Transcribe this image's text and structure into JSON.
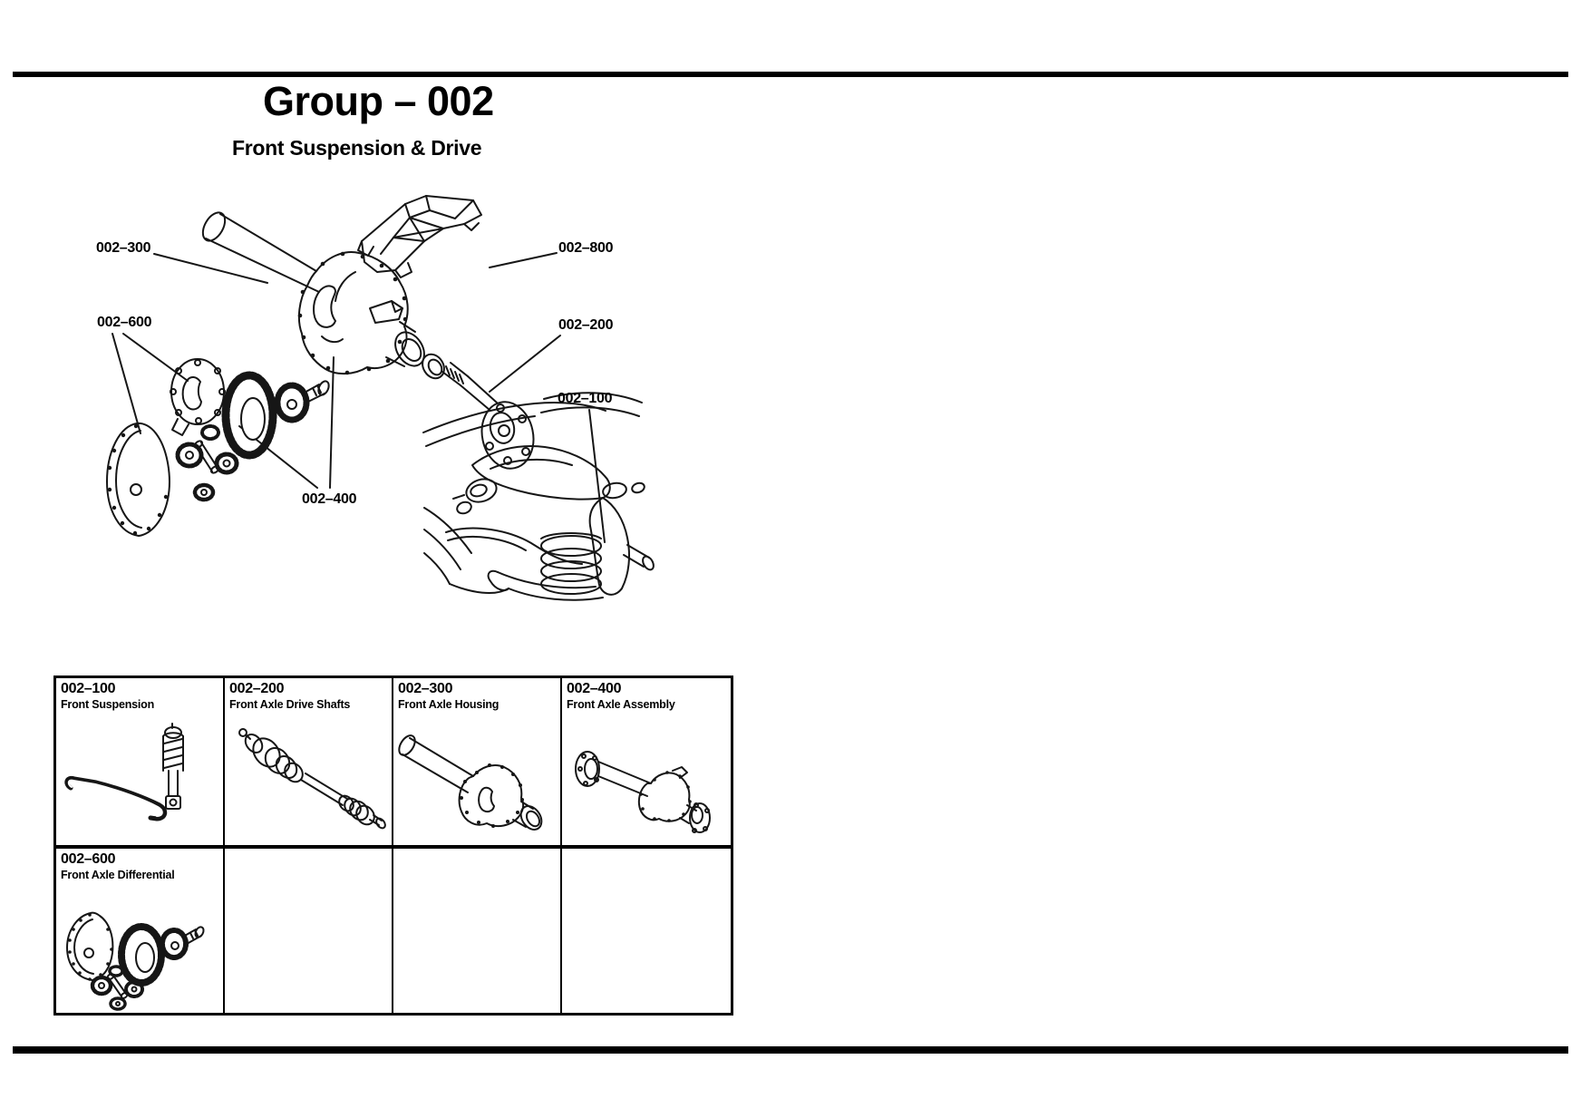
{
  "header": {
    "group_title": "Group – 002",
    "section_title": "Front Suspension & Drive"
  },
  "diagram": {
    "callouts": [
      {
        "id": "002-300",
        "label": "002–300"
      },
      {
        "id": "002-600",
        "label": "002–600"
      },
      {
        "id": "002-800",
        "label": "002–800"
      },
      {
        "id": "002-200",
        "label": "002–200"
      },
      {
        "id": "002-100",
        "label": "002–100"
      },
      {
        "id": "002-400",
        "label": "002–400"
      }
    ]
  },
  "index_table": {
    "cells": [
      {
        "code": "002–100",
        "name": "Front Suspension"
      },
      {
        "code": "002–200",
        "name": "Front Axle Drive Shafts"
      },
      {
        "code": "002–300",
        "name": "Front Axle Housing"
      },
      {
        "code": "002–400",
        "name": "Front Axle Assembly"
      },
      {
        "code": "002–600",
        "name": "Front Axle Differential"
      }
    ]
  }
}
